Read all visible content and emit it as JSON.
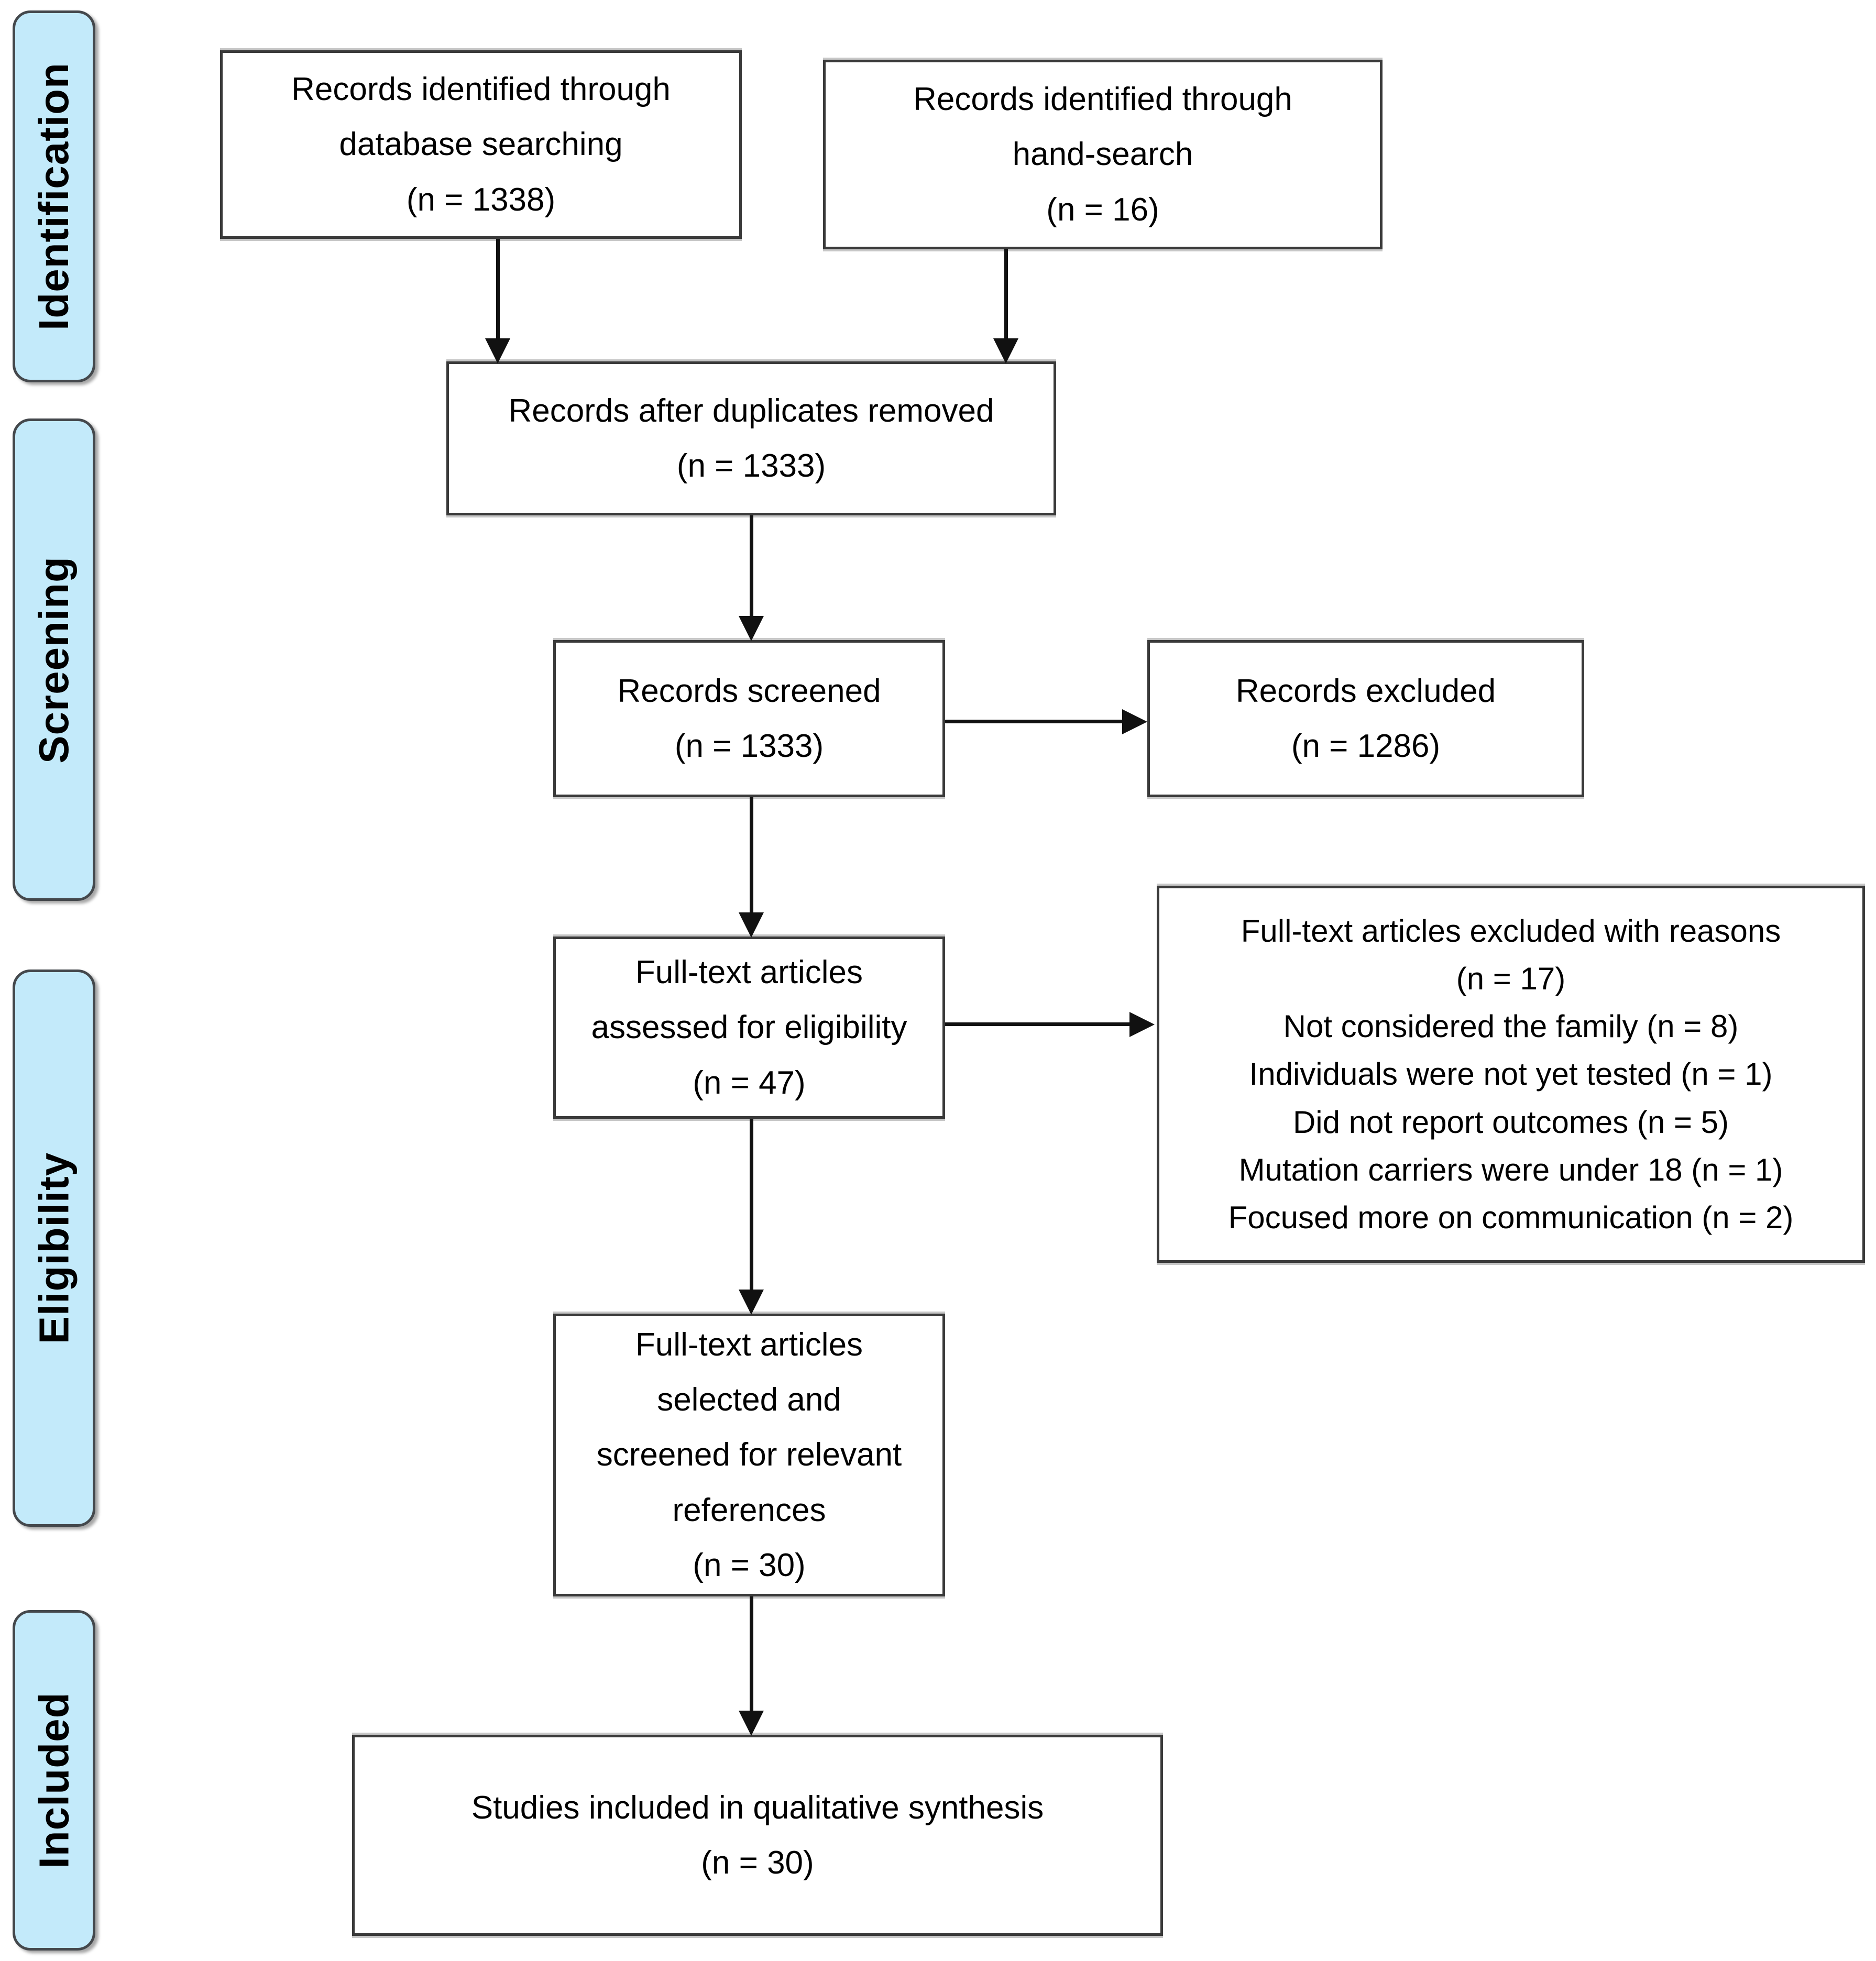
{
  "colors": {
    "background": "#ffffff",
    "stage_fill": "#c3eafa",
    "stage_border": "#44484c",
    "box_border": "#3a3a3a",
    "text": "#000000",
    "arrow": "#111111"
  },
  "stages": [
    {
      "label": "Identification"
    },
    {
      "label": "Screening"
    },
    {
      "label": "Eligibility"
    },
    {
      "label": "Included"
    }
  ],
  "boxes": {
    "identified_database": {
      "text": "Records identified through\ndatabase searching\n(n = 1338)"
    },
    "identified_handsearch": {
      "text": "Records identified through\nhand-search\n(n = 16)"
    },
    "after_duplicates": {
      "text": "Records after duplicates removed\n(n = 1333)"
    },
    "screened": {
      "text": "Records screened\n(n = 1333)"
    },
    "excluded": {
      "text": "Records excluded\n(n = 1286)"
    },
    "fulltext_assessed": {
      "text": "Full-text articles\nassessed for eligibility\n(n = 47)"
    },
    "fulltext_excluded_reasons": {
      "text": "Full-text articles excluded with reasons\n(n = 17)\nNot considered the family (n = 8)\nIndividuals were not yet tested (n = 1)\nDid not report outcomes (n = 5)\nMutation carriers were under 18 (n = 1)\nFocused more on communication (n = 2)"
    },
    "fulltext_selected": {
      "text": "Full-text articles\nselected and\nscreened for relevant\nreferences\n(n = 30)"
    },
    "included_qualitative": {
      "text": "Studies included in qualitative synthesis\n(n = 30)"
    }
  },
  "edges": [
    {
      "from": "identified_database",
      "to": "after_duplicates"
    },
    {
      "from": "identified_handsearch",
      "to": "after_duplicates"
    },
    {
      "from": "after_duplicates",
      "to": "screened"
    },
    {
      "from": "screened",
      "to": "excluded"
    },
    {
      "from": "screened",
      "to": "fulltext_assessed"
    },
    {
      "from": "fulltext_assessed",
      "to": "fulltext_excluded_reasons"
    },
    {
      "from": "fulltext_assessed",
      "to": "fulltext_selected"
    },
    {
      "from": "fulltext_selected",
      "to": "included_qualitative"
    }
  ]
}
